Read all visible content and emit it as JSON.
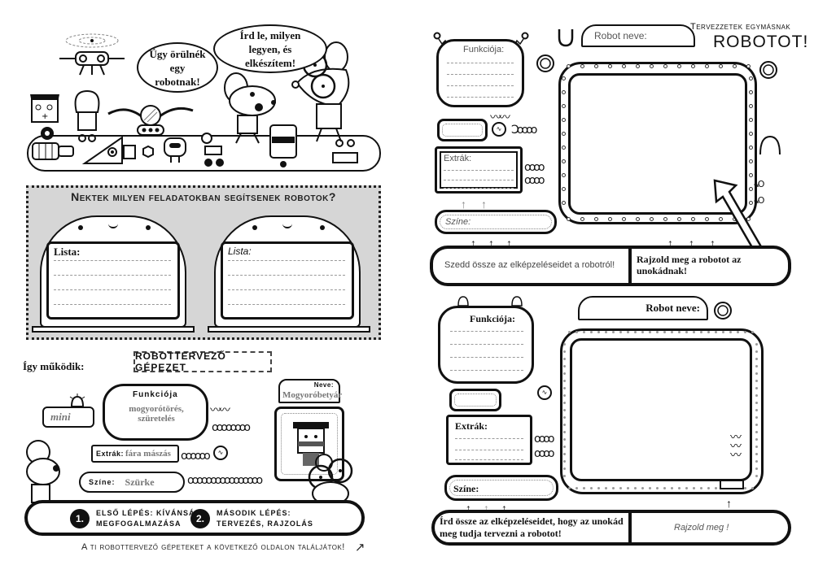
{
  "left_page": {
    "speech_bubbles": [
      {
        "text": "Úgy örülnék egy robotnak!"
      },
      {
        "text": "Írd le, milyen legyen, és elkészítem!"
      }
    ],
    "tasks_section": {
      "title": "Nektek milyen feladatokban segítsenek robotok?",
      "monitors": [
        {
          "label": "Lista:"
        },
        {
          "label": "Lista:"
        }
      ]
    },
    "how_it_works": {
      "label": "Így működik:",
      "machine_title": "ROBOTTERVEZŐ GÉPEZET",
      "size_value": "mini",
      "function_label": "Funkciója",
      "function_value": "mogyorótörés, szüretelés",
      "extras_label": "Extrák:",
      "extras_value": "fára mászás",
      "color_label": "Színe:",
      "color_value": "Szürke",
      "name_label": "Neve:",
      "name_value": "Mogyoróbetyár",
      "steps": [
        {
          "number": "1.",
          "text_line1": "Első lépés: kívánság",
          "text_line2": "megfogalmazása"
        },
        {
          "number": "2.",
          "text_line1": "Második lépés:",
          "text_line2": "Tervezés, rajzolás"
        }
      ]
    },
    "footer_note": "A ti robottervező gépeteket a következő oldalon találjátok!",
    "footer_arrow": "↗"
  },
  "right_page": {
    "header_small": "Tervezzetek egymásnak",
    "header_big": "ROBOTOT!",
    "machine_top": {
      "name_label": "Robot neve:",
      "function_label": "Funkciója:",
      "extras_label": "Extrák:",
      "color_label": "Színe:",
      "bar_left_text": "Szedd össze az elképzeléseidet a robotról!",
      "bar_right_text": "Rajzold meg a robotot az unokádnak!"
    },
    "machine_bottom": {
      "name_label": "Robot neve:",
      "function_label": "Funkciója:",
      "extras_label": "Extrák:",
      "color_label": "Színe:",
      "bar_left_text": "Írd össze az elképzeléseidet, hogy az unokád meg tudja tervezni a robotot!",
      "bar_right_text": "Rajzold meg !"
    }
  },
  "colors": {
    "ink": "#111111",
    "panel_gray": "#d6d6d6",
    "handwriting_gray": "#777777"
  }
}
